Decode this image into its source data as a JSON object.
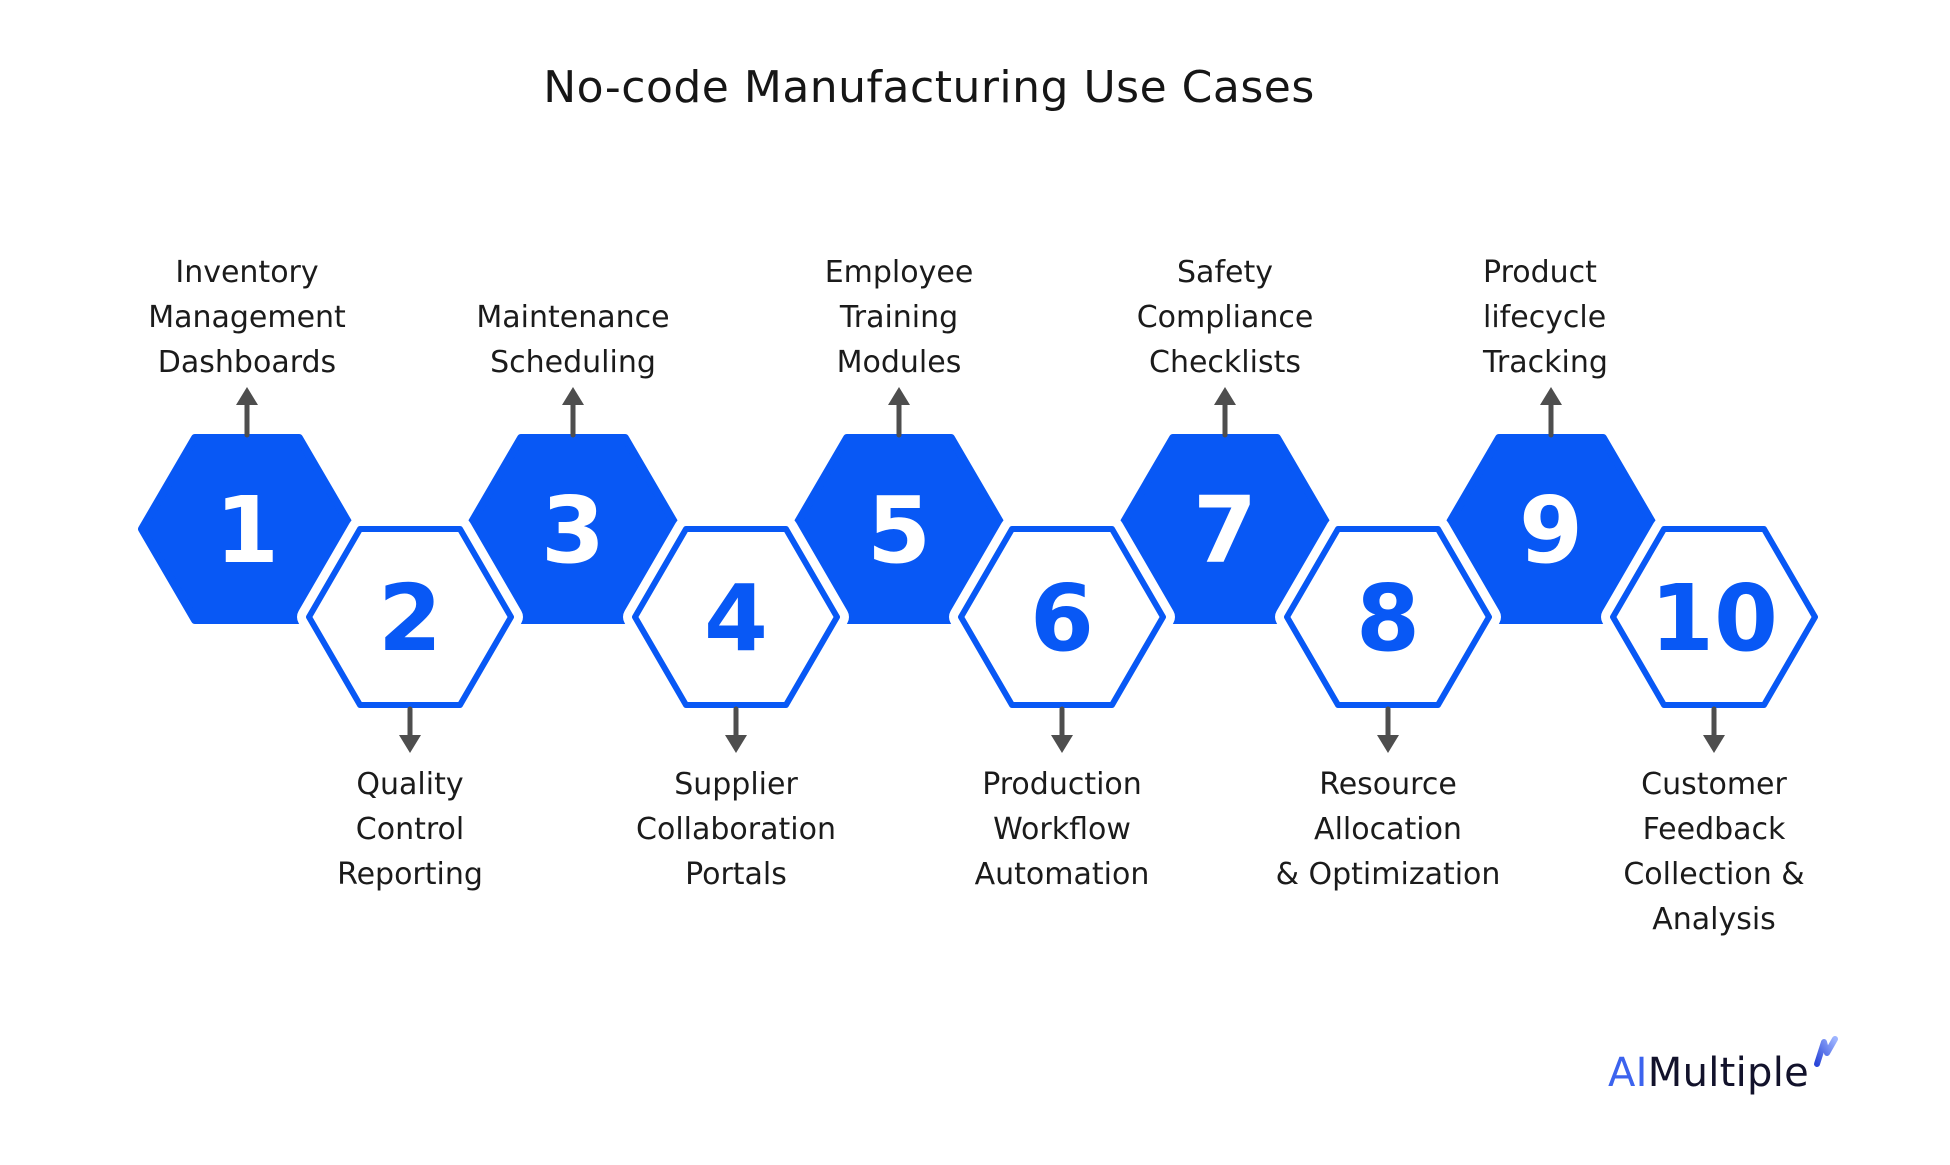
{
  "title": "No-code Manufacturing Use Cases",
  "colors": {
    "hex_blue": "#0858F5",
    "arrow_gray": "#4E4E4E",
    "text_dark": "#1B1B1B",
    "logo_blue": "#3C63EE",
    "logo_dark": "#12122B",
    "background": "#FFFFFF"
  },
  "items": [
    {
      "number": "1",
      "label": "Inventory\nManagement\nDashboards",
      "style": "filled",
      "label_position": "top"
    },
    {
      "number": "2",
      "label": "Quality\nControl\nReporting",
      "style": "outline",
      "label_position": "bottom"
    },
    {
      "number": "3",
      "label": "Maintenance\nScheduling",
      "style": "filled",
      "label_position": "top"
    },
    {
      "number": "4",
      "label": "Supplier\nCollaboration\nPortals",
      "style": "outline",
      "label_position": "bottom"
    },
    {
      "number": "5",
      "label": "Employee\nTraining\nModules",
      "style": "filled",
      "label_position": "top"
    },
    {
      "number": "6",
      "label": "Production\nWorkflow\nAutomation",
      "style": "outline",
      "label_position": "bottom"
    },
    {
      "number": "7",
      "label": "Safety\nCompliance\nChecklists",
      "style": "filled",
      "label_position": "top"
    },
    {
      "number": "8",
      "label": "Resource\nAllocation\n& Optimization",
      "style": "outline",
      "label_position": "bottom"
    },
    {
      "number": "9",
      "label": "Product\nlifecycle\nTracking",
      "style": "filled",
      "label_position": "top"
    },
    {
      "number": "10",
      "label": "Customer\nFeedback\nCollection &\nAnalysis",
      "style": "outline",
      "label_position": "bottom"
    }
  ],
  "logo": {
    "prefix": "AI",
    "suffix": "Multiple"
  }
}
